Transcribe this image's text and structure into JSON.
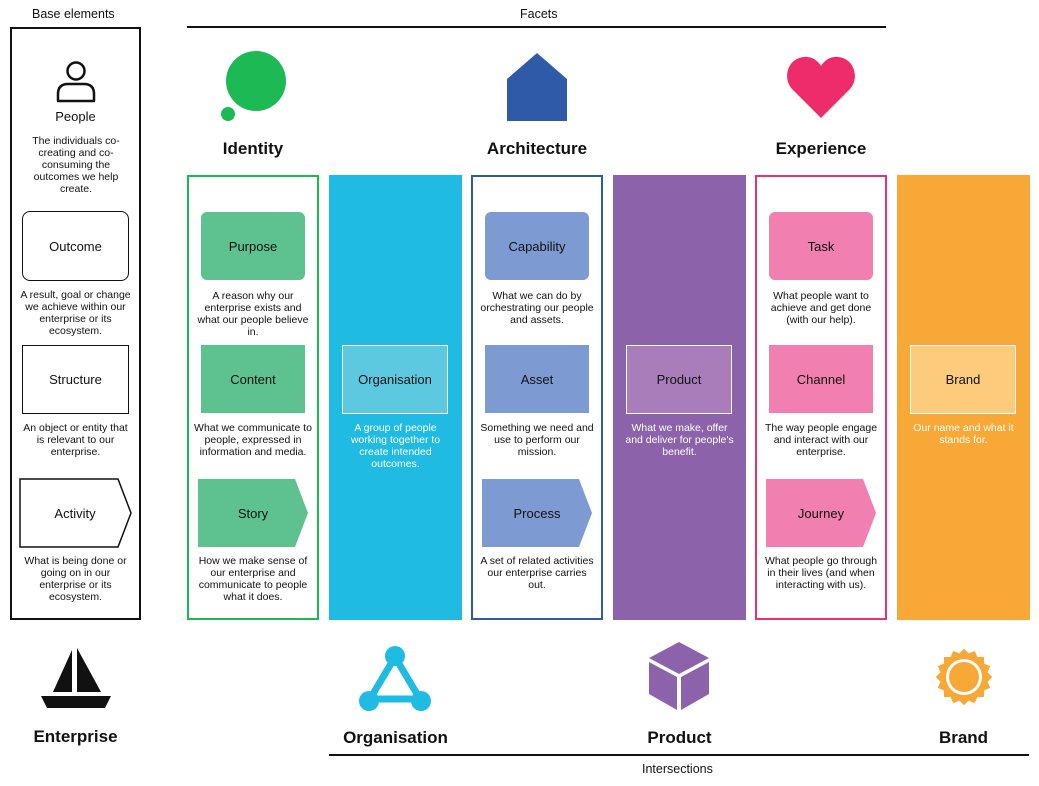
{
  "base": {
    "label": "Base elements",
    "people": {
      "title": "People",
      "desc": "The individuals co-creating and co-consuming the outcomes we help create."
    },
    "outcome": {
      "title": "Outcome",
      "desc": "A result, goal or change we achieve within our enterprise or its ecosystem."
    },
    "structure": {
      "title": "Structure",
      "desc": "An object or entity that is relevant to our enterprise."
    },
    "activity": {
      "title": "Activity",
      "desc": "What is being done or going on in our enterprise or its ecosystem."
    }
  },
  "facets_label": "Facets",
  "intersections_label": "Intersections",
  "identity": {
    "title": "Identity",
    "color": "#1DB954",
    "purpose": {
      "title": "Purpose",
      "desc": "A reason why our enterprise exists and what our people believe in."
    },
    "content": {
      "title": "Content",
      "desc": "What we communicate to people, expressed in information and media."
    },
    "story": {
      "title": "Story",
      "desc": "How we make sense of our enterprise and communicate to people what it does."
    }
  },
  "architecture": {
    "title": "Architecture",
    "color": "#2F5AA8",
    "capability": {
      "title": "Capability",
      "desc": "What we can do by orchestrating our people and assets."
    },
    "asset": {
      "title": "Asset",
      "desc": "Something we need and use to perform our mission."
    },
    "process": {
      "title": "Process",
      "desc": "A set of related activities our enterprise carries out."
    }
  },
  "experience": {
    "title": "Experience",
    "color": "#E8336E",
    "task": {
      "title": "Task",
      "desc": "What people want to achieve and get done (with our help)."
    },
    "channel": {
      "title": "Channel",
      "desc": "The way people engage and interact with our enterprise."
    },
    "journey": {
      "title": "Journey",
      "desc": "What people go through in their lives (and when interacting with us)."
    }
  },
  "organisation": {
    "box": "Organisation",
    "desc": "A group of people working together to create intended outcomes.",
    "footer": "Organisation",
    "color": "#1FBBE2"
  },
  "product": {
    "box": "Product",
    "desc": "What we make, offer and deliver for people's benefit.",
    "footer": "Product",
    "color": "#8C63AA"
  },
  "brand": {
    "box": "Brand",
    "desc": "Our name and what it stands for.",
    "footer": "Brand",
    "color": "#F7A836"
  },
  "enterprise": {
    "footer": "Enterprise"
  },
  "icons": {
    "people": "person-icon",
    "identity": "speech-bubble-icon",
    "architecture": "house-icon",
    "experience": "heart-icon",
    "enterprise": "sailboat-icon",
    "organisation": "network-triangle-icon",
    "product": "cube-icon",
    "brand": "sun-icon"
  }
}
